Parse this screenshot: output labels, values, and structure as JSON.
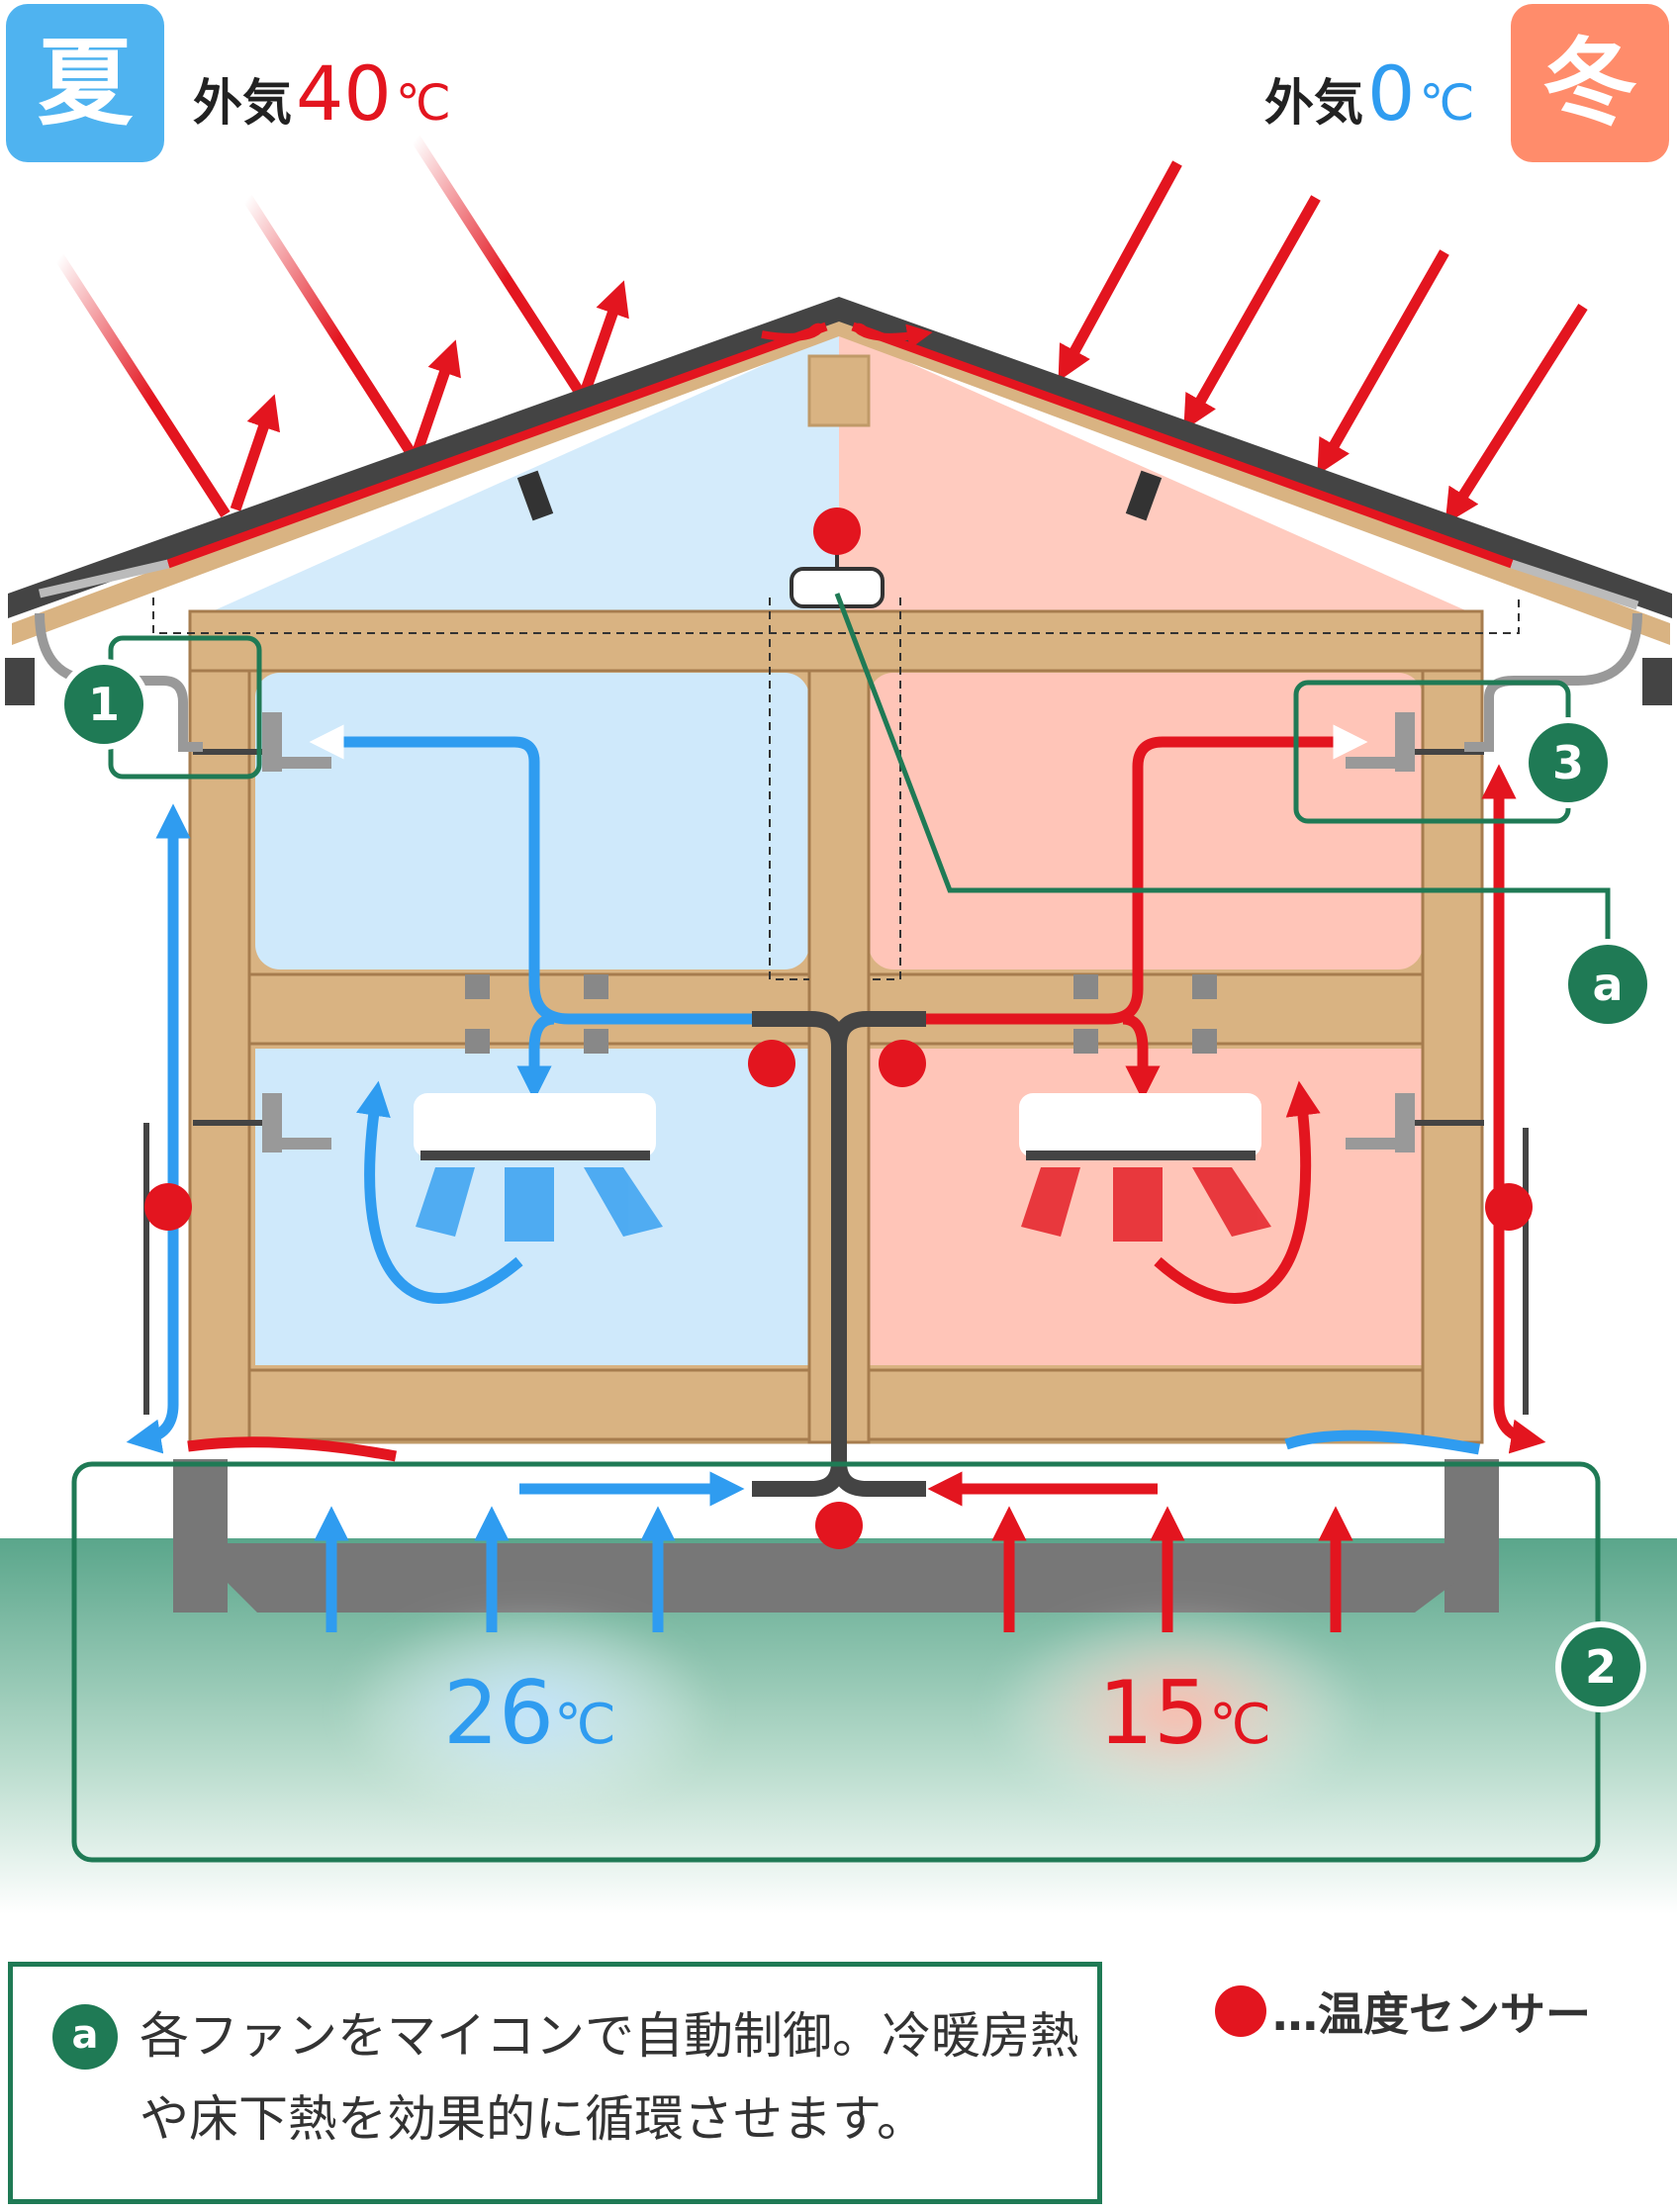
{
  "seasons": {
    "summer": {
      "badge": "夏",
      "outside_prefix": "外気",
      "outside_temp": "40",
      "unit": "℃",
      "badge_color": "#4fb3f0",
      "temp_color": "#e3151f"
    },
    "winter": {
      "badge": "冬",
      "outside_prefix": "外気",
      "outside_temp": "0",
      "unit": "℃",
      "badge_color": "#ff8c6b",
      "temp_color": "#2f9cf0"
    }
  },
  "underfloor": {
    "summer_temp": "26",
    "winter_temp": "15",
    "unit": "℃"
  },
  "badges": {
    "b1": "1",
    "b2": "2",
    "b3": "3",
    "ba": "a"
  },
  "note": {
    "icon": "a",
    "text": "各ファンをマイコンで自動制御。冷暖房熱や床下熱を効果的に循環させます。"
  },
  "legend": {
    "label": "…温度センサー"
  },
  "colors": {
    "red": "#e3151f",
    "blue": "#2f9cf0",
    "green": "#1f7a55",
    "wood": "#d9b382",
    "duct": "#444444",
    "ground": "#6aae95"
  }
}
